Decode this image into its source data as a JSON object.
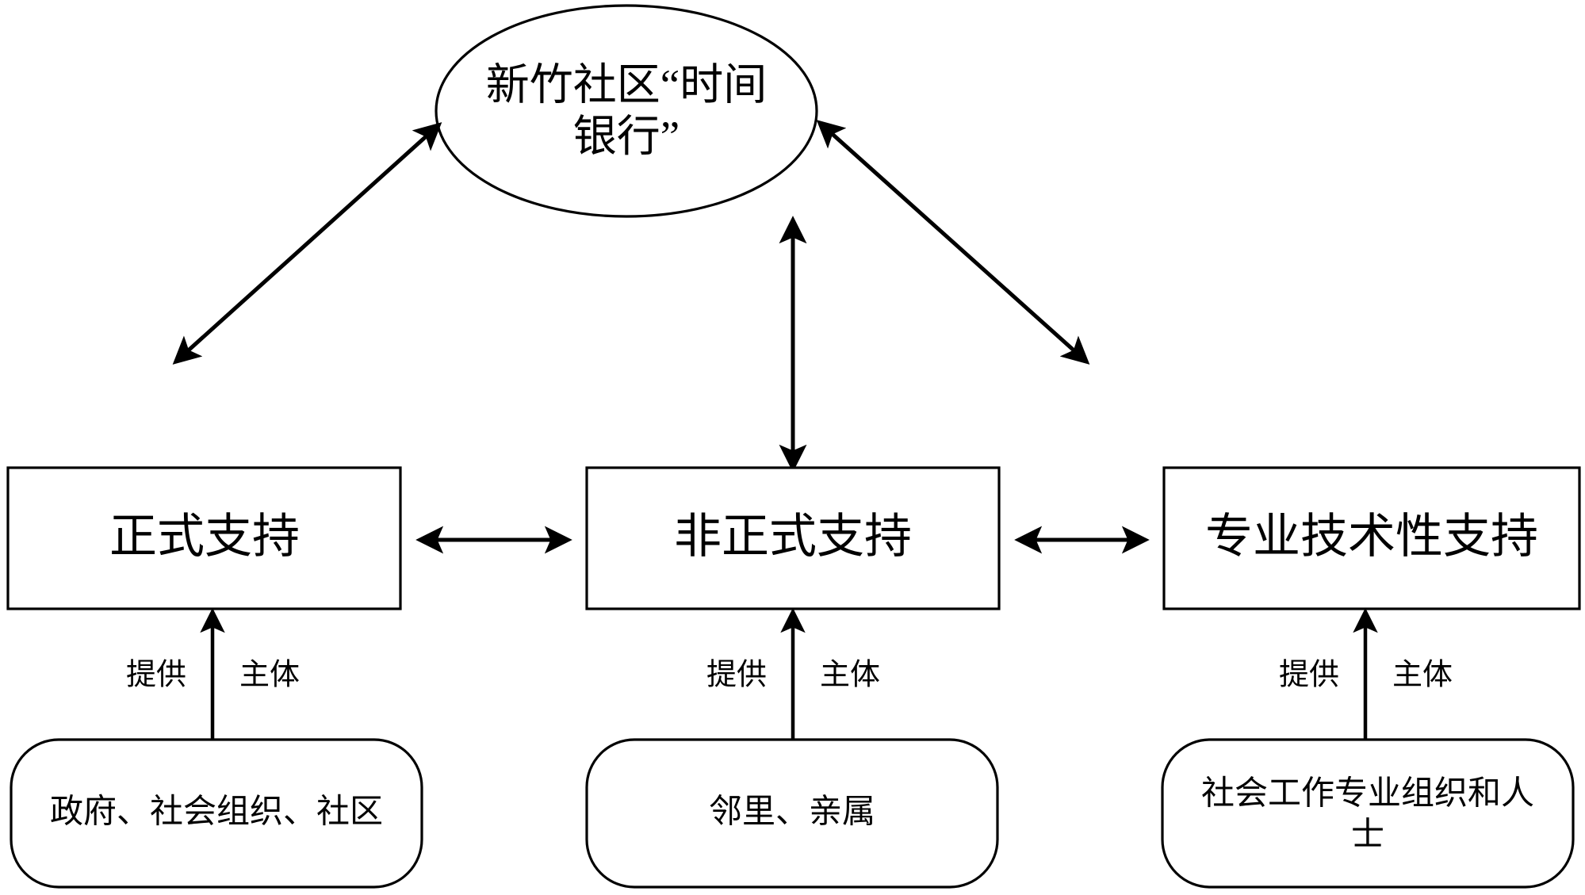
{
  "diagram": {
    "title_node": {
      "id": "time-bank",
      "shape": "ellipse",
      "lines": [
        "新竹社区“时间",
        "银行”"
      ],
      "full_text": "新竹社区“时间银行”"
    },
    "support_boxes": [
      {
        "id": "formal-support",
        "label": "正式支持"
      },
      {
        "id": "informal-support",
        "label": "非正式支持"
      },
      {
        "id": "professional-support",
        "label": "专业技术性支持"
      }
    ],
    "edge_labels": [
      {
        "id": "provider-left",
        "left": "提供",
        "right": "主体"
      },
      {
        "id": "provider-middle",
        "left": "提供",
        "right": "主体"
      },
      {
        "id": "provider-right",
        "left": "提供",
        "right": "主体"
      }
    ],
    "provider_boxes": [
      {
        "id": "provider-government",
        "lines": [
          "政府、社会组织、社区"
        ]
      },
      {
        "id": "provider-neighbors",
        "lines": [
          "邻里、亲属"
        ]
      },
      {
        "id": "provider-socialwork",
        "lines": [
          "社会工作专业组织和人",
          "士"
        ]
      }
    ],
    "colors": {
      "stroke": "#000000",
      "fill": "#ffffff",
      "text": "#000000"
    }
  }
}
